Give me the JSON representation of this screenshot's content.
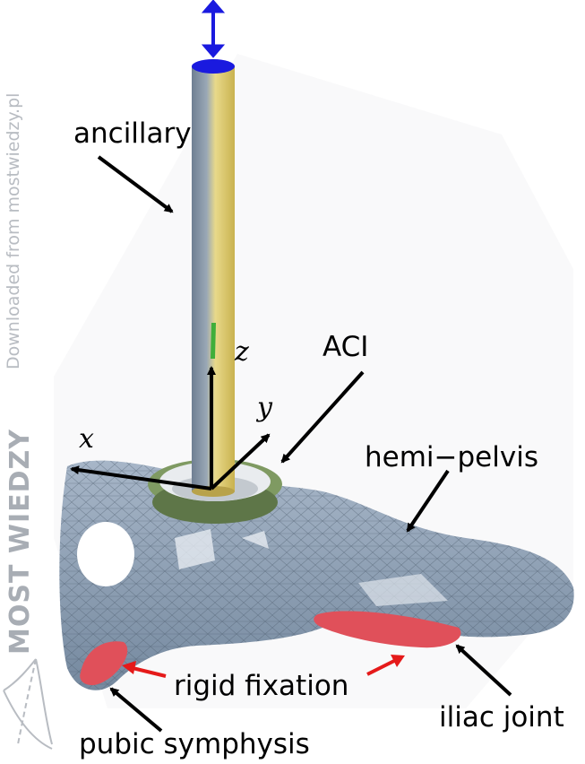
{
  "labels": {
    "ancillary": "ancillary",
    "aci": "ACI",
    "hemi_pelvis": "hemi−pelvis",
    "rigid_fixation": "rigid fixation",
    "iliac_joint": "iliac joint",
    "pubic_symphysis": "pubic symphysis"
  },
  "axes": {
    "x": "x",
    "y": "y",
    "z": "z"
  },
  "watermark": {
    "download_text": "Downloaded from mostwiedzy.pl",
    "brand_text": "MOST WIEDZY"
  },
  "colors": {
    "bone": "#8fa2b7",
    "rod_light": "#e8d98a",
    "rod_dark": "#6f7f93",
    "cup": "#7f9a62",
    "fixation": "#e0505a",
    "load_arrow": "#1a1adf",
    "red_arrow": "#e51a1a",
    "watermark": "#a8adb4"
  }
}
